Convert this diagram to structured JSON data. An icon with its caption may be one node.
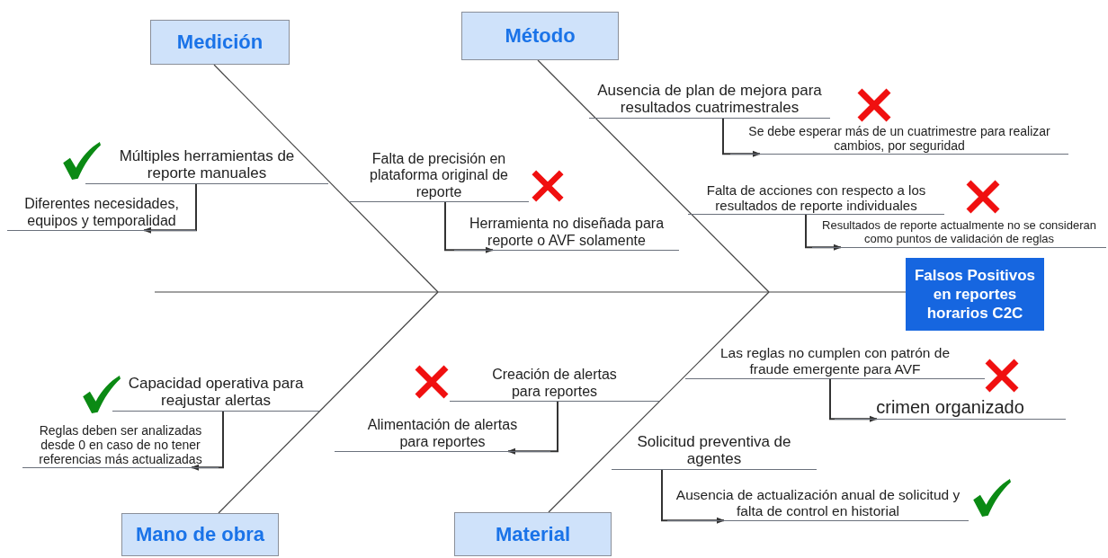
{
  "diagram": {
    "nodes": [
      {
        "text": [
          "Medición"
        ]
      },
      {
        "text": [
          "Método"
        ]
      },
      {
        "text": [
          "Falsos Positivos en reportes horarios C2C"
        ]
      },
      {
        "text": [
          "Mano de obra"
        ]
      },
      {
        "text": [
          "Material"
        ]
      },
      {
        "text": [
          "Múltiples herramientas de reporte manuales"
        ]
      },
      {
        "text": [
          "Diferentes necesidades, equipos y temporalidad"
        ]
      },
      {
        "text": [
          "Falta de precisión en plataforma original de reporte"
        ]
      },
      {
        "text": [
          "Herramienta no diseñada para reporte o AVF solamente"
        ]
      },
      {
        "text": [
          "Ausencia de plan de mejora para resultados cuatrimestrales"
        ]
      },
      {
        "text": [
          "Se debe esperar más de un cuatrimestre para realizar cambios, por seguridad"
        ]
      },
      {
        "text": [
          "Falta de acciones con respecto a los resultados de reporte individuales"
        ]
      },
      {
        "text": [
          "Resultados de reporte actualmente no se consideran como puntos de validación de reglas"
        ]
      },
      {
        "text": [
          "Capacidad operativa para reajustar alertas"
        ]
      },
      {
        "text": [
          "Reglas deben ser analizadas desde 0 en caso de no tener referencias más actualizadas"
        ]
      },
      {
        "text": [
          "Creación de alertas para reportes"
        ]
      },
      {
        "text": [
          "Alimentación de alertas para reportes"
        ]
      },
      {
        "text": [
          "Las reglas no cumplen con patrón de fraude emergente para AVF"
        ]
      },
      {
        "text": [
          "crimen organizado"
        ]
      },
      {
        "text": [
          "Solicitud preventiva de agentes"
        ]
      },
      {
        "text": [
          "Ausencia de actualización anual de solicitud y falta de control en historial"
        ]
      }
    ],
    "edges": [
      {
        "from": 0,
        "to": null,
        "arrow": "none"
      },
      {
        "from": 1,
        "to": null,
        "arrow": "none"
      },
      {
        "from": 3,
        "to": null,
        "arrow": "none"
      },
      {
        "from": 4,
        "to": null,
        "arrow": "none"
      },
      {
        "from": null,
        "to": 2,
        "arrow": "none"
      },
      {
        "from": 5,
        "to": 6,
        "arrow": "to"
      },
      {
        "from": 7,
        "to": 8,
        "arrow": "to"
      },
      {
        "from": 9,
        "to": 10,
        "arrow": "to"
      },
      {
        "from": 11,
        "to": 12,
        "arrow": "to"
      },
      {
        "from": 13,
        "to": 14,
        "arrow": "to"
      },
      {
        "from": 15,
        "to": 16,
        "arrow": "to"
      },
      {
        "from": 17,
        "to": 18,
        "arrow": "to"
      },
      {
        "from": 19,
        "to": 20,
        "arrow": "to"
      }
    ]
  }
}
